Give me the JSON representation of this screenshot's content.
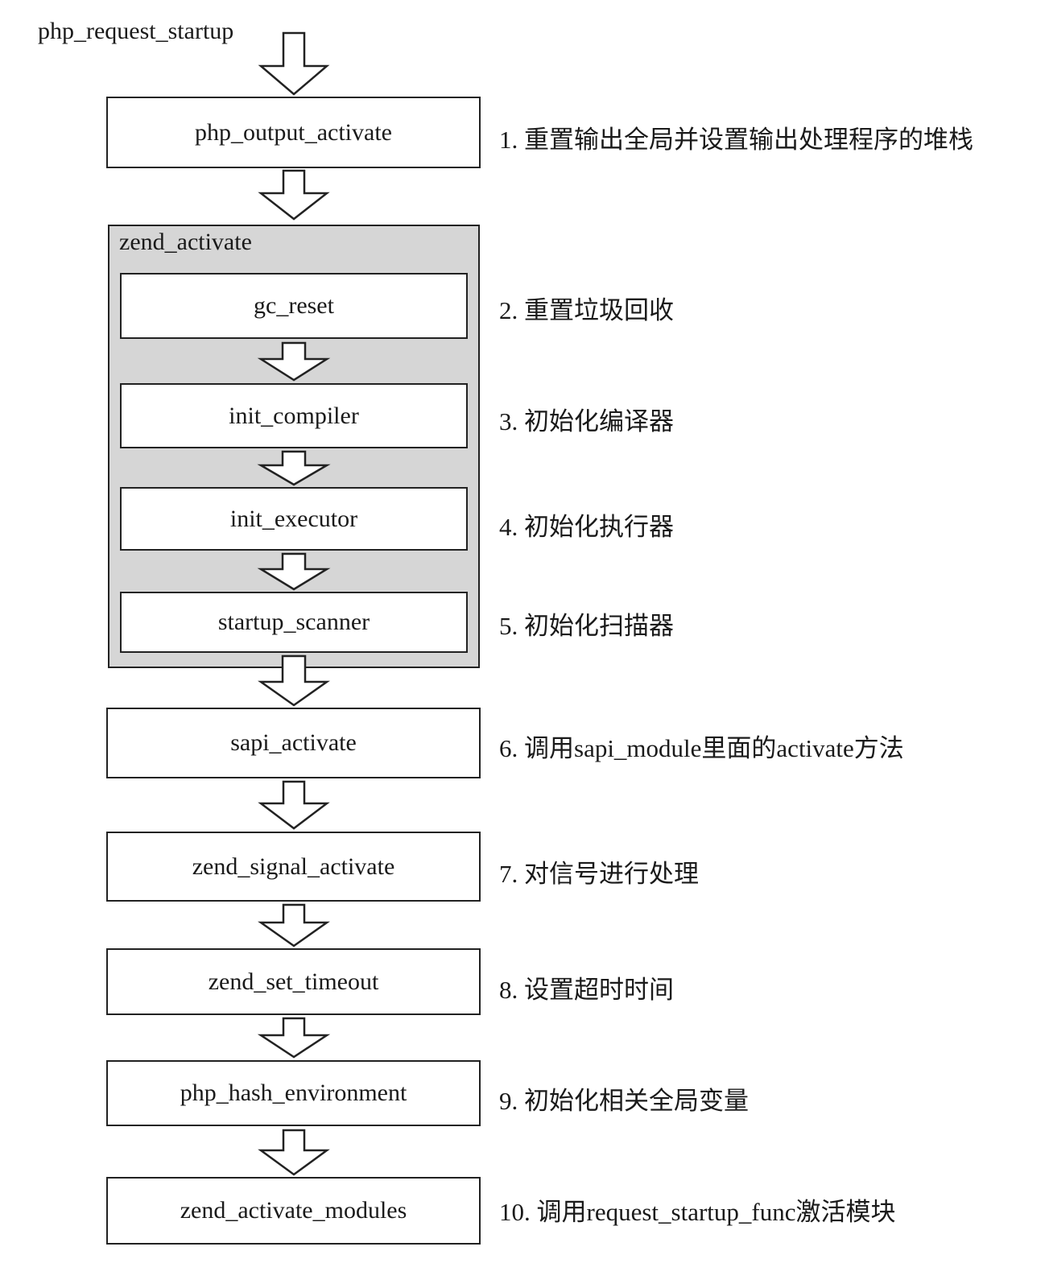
{
  "entry_label": "php_request_startup",
  "group_label": "zend_activate",
  "steps": [
    {
      "func": "php_output_activate",
      "note": "1. 重置输出全局并设置输出处理程序的堆栈"
    },
    {
      "func": "gc_reset",
      "note": "2. 重置垃圾回收"
    },
    {
      "func": "init_compiler",
      "note": "3. 初始化编译器"
    },
    {
      "func": "init_executor",
      "note": "4. 初始化执行器"
    },
    {
      "func": "startup_scanner",
      "note": "5. 初始化扫描器"
    },
    {
      "func": "sapi_activate",
      "note": "6. 调用sapi_module里面的activate方法"
    },
    {
      "func": "zend_signal_activate",
      "note": "7. 对信号进行处理"
    },
    {
      "func": "zend_set_timeout",
      "note": "8. 设置超时时间"
    },
    {
      "func": "php_hash_environment",
      "note": "9. 初始化相关全局变量"
    },
    {
      "func": "zend_activate_modules",
      "note": "10. 调用request_startup_func激活模块"
    }
  ]
}
